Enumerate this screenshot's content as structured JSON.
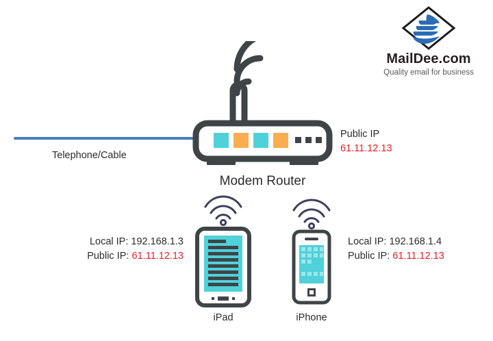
{
  "brand": {
    "logo_icon": "maildee-bird-diamond-logo",
    "name": "MailDee.com",
    "tagline": "Quality email for business"
  },
  "wan": {
    "link_label": "Telephone/Cable",
    "line_color": "#4a7ebb"
  },
  "router": {
    "device_label": "Modem Router",
    "wifi_icon": "wifi-signal-icon",
    "antenna_icon": "antenna-icon",
    "led_colors": [
      "#4fd1d9",
      "#faad4e",
      "#4fd1d9",
      "#faad4e"
    ],
    "port_dot_color": "#3f4447",
    "body_color": "#3f4447",
    "public_ip_label": "Public IP",
    "public_ip_value": "61.11.12.13",
    "public_ip_color": "#ee1c25"
  },
  "devices": [
    {
      "name": "ipad",
      "label": "iPad",
      "wifi_icon": "wifi-arc-icon",
      "screen_color": "#4fd1d9",
      "local_ip_label": "Local IP:",
      "local_ip_value": "192.168.1.3",
      "public_ip_label": "Public IP:",
      "public_ip_value": "61.11.12.13"
    },
    {
      "name": "iphone",
      "label": "iPhone",
      "wifi_icon": "wifi-arc-icon",
      "screen_color": "#4fd1d9",
      "local_ip_label": "Local IP:",
      "local_ip_value": "192.168.1.4",
      "public_ip_label": "Public IP:",
      "public_ip_value": "61.11.12.13"
    }
  ],
  "colors": {
    "ink": "#3f4447",
    "text": "#2b2b2b",
    "red": "#ee1c25",
    "teal": "#4fd1d9",
    "orange": "#faad4e",
    "blue_link": "#4a7ebb",
    "logo_blue": "#2b6cb3",
    "device_wifi": "#3d3f5c"
  }
}
